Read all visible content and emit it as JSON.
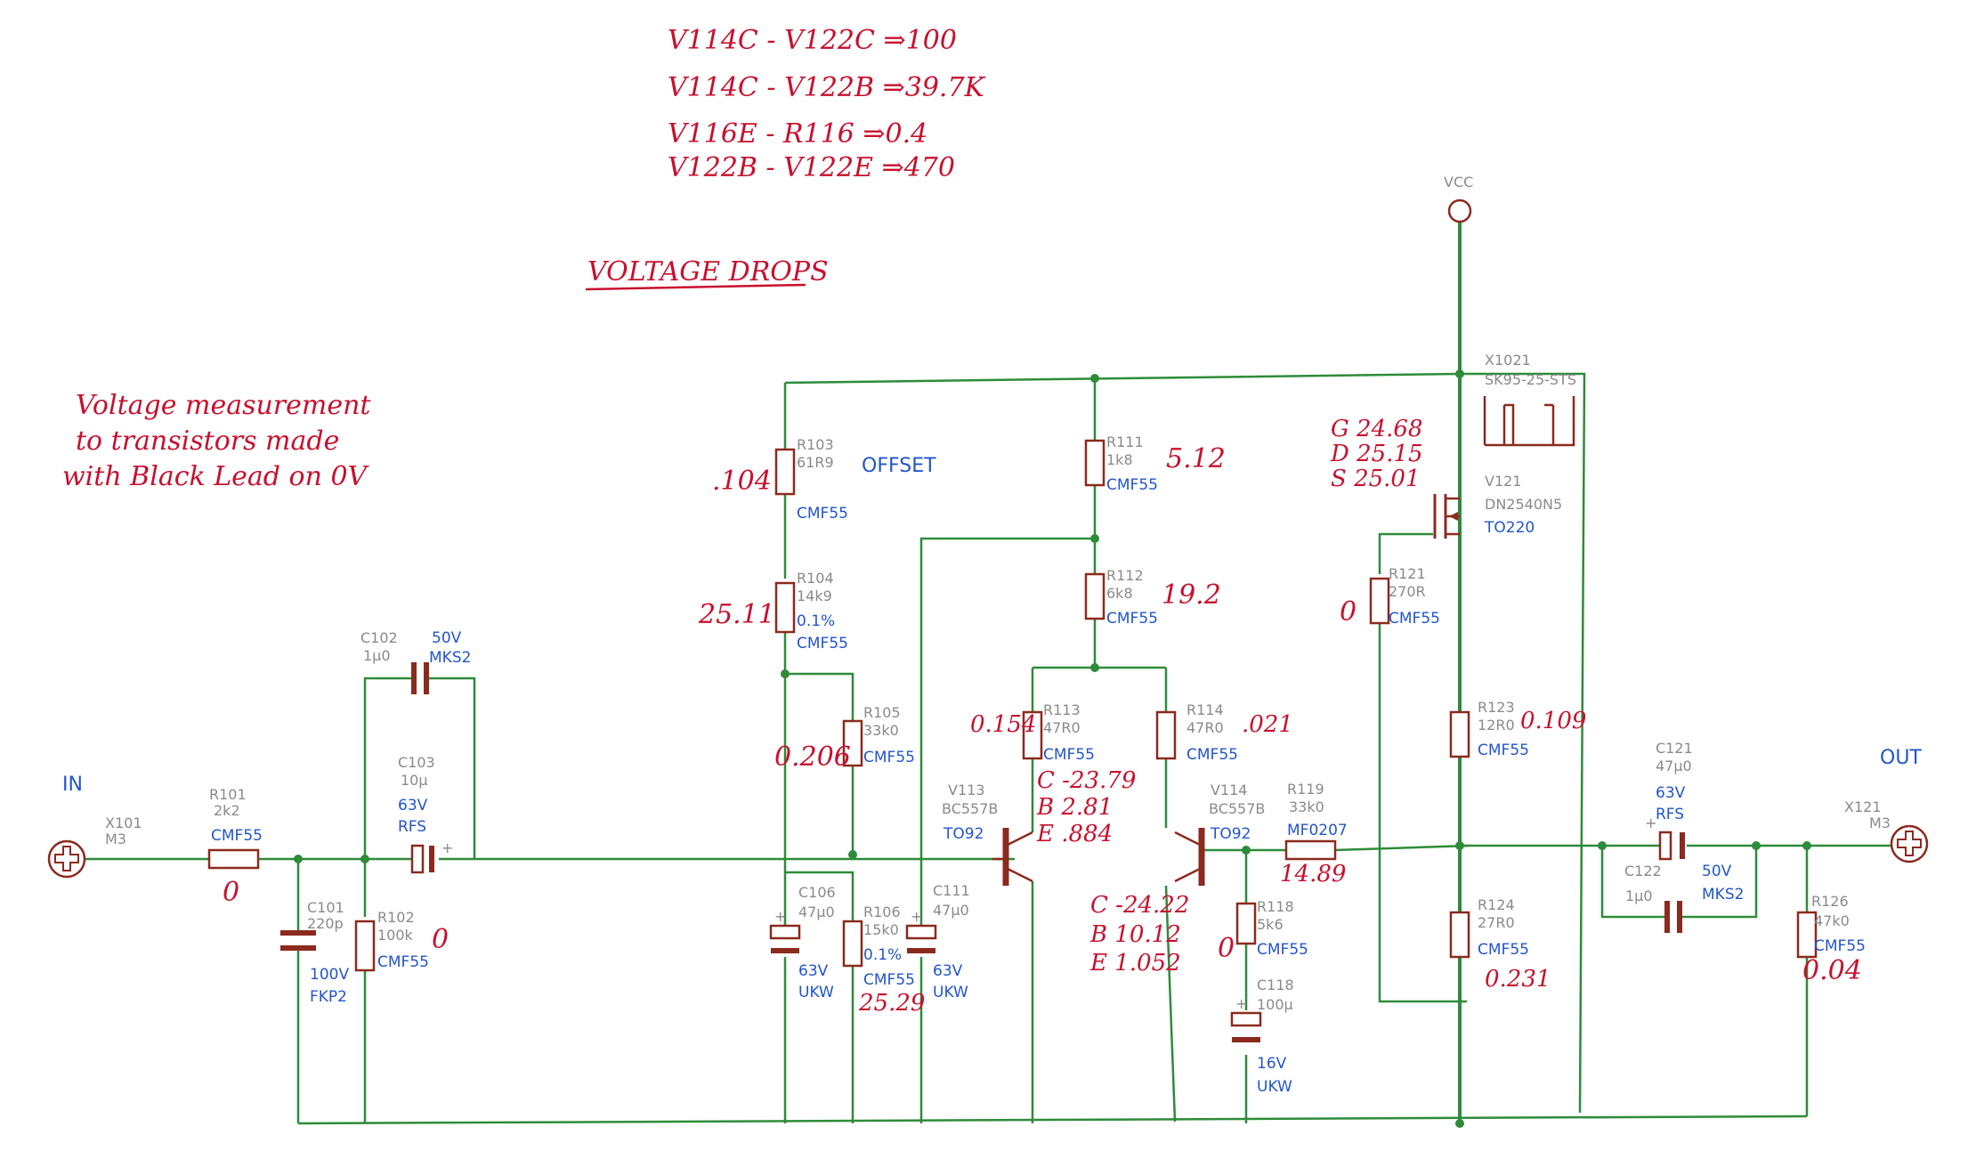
{
  "notes": {
    "eq1": "V114C - V122C ⇒100",
    "eq2": "V114C - V122B ⇒39.7K",
    "eq3": "V116E - R116 ⇒0.4",
    "eq4": "V122B - V122E ⇒470",
    "voltage_drops": "VOLTAGE DROPS",
    "meas1": "Voltage measurement",
    "meas2": "to transistors made",
    "meas3": "with Black Lead on 0V"
  },
  "labels": {
    "in": "IN",
    "out": "OUT",
    "offset": "OFFSET",
    "vcc": "VCC"
  },
  "components": {
    "X101": {
      "ref": "X101",
      "val": "M3"
    },
    "R101": {
      "ref": "R101",
      "val": "2k2",
      "type": "CMF55",
      "meas": "0"
    },
    "C101": {
      "ref": "C101",
      "val": "220p",
      "v": "100V",
      "type": "FKP2"
    },
    "R102": {
      "ref": "R102",
      "val": "100k",
      "type": "CMF55",
      "meas": "0"
    },
    "C102": {
      "ref": "C102",
      "val": "1µ0",
      "v": "50V",
      "type": "MKS2"
    },
    "C103": {
      "ref": "C103",
      "val": "10µ",
      "v": "63V",
      "type": "RFS"
    },
    "R103": {
      "ref": "R103",
      "val": "61R9",
      "type": "CMF55",
      "meas": ".104"
    },
    "R104": {
      "ref": "R104",
      "val": "14k9",
      "tol": "0.1%",
      "type": "CMF55",
      "meas": "25.11"
    },
    "R105": {
      "ref": "R105",
      "val": "33k0",
      "type": "CMF55",
      "meas": "0.206"
    },
    "C106": {
      "ref": "C106",
      "val": "47µ0",
      "v": "63V",
      "type": "UKW"
    },
    "R106": {
      "ref": "R106",
      "val": "15k0",
      "tol": "0.1%",
      "type": "CMF55",
      "meas": "25.29"
    },
    "C111": {
      "ref": "C111",
      "val": "47µ0",
      "v": "63V",
      "type": "UKW"
    },
    "R111": {
      "ref": "R111",
      "val": "1k8",
      "type": "CMF55",
      "meas": "5.12"
    },
    "R112": {
      "ref": "R112",
      "val": "6k8",
      "type": "CMF55",
      "meas": "19.2"
    },
    "R113": {
      "ref": "R113",
      "val": "47R0",
      "type": "CMF55",
      "meas": "0.154"
    },
    "R114": {
      "ref": "R114",
      "val": "47R0",
      "type": "CMF55",
      "meas": ".021"
    },
    "V113": {
      "ref": "V113",
      "val": "BC557B",
      "type": "TO92",
      "c": "C -23.79",
      "b": "B 2.81",
      "e": "E .884"
    },
    "V114": {
      "ref": "V114",
      "val": "BC557B",
      "type": "TO92",
      "c": "C -24.22",
      "b": "B 10.12",
      "e": "E 1.052"
    },
    "R119": {
      "ref": "R119",
      "val": "33k0",
      "type": "MF0207",
      "meas": "14.89"
    },
    "R118": {
      "ref": "R118",
      "val": "5k6",
      "type": "CMF55",
      "meas": "0"
    },
    "C118": {
      "ref": "C118",
      "val": "100µ",
      "v": "16V",
      "type": "UKW"
    },
    "X1021": {
      "ref": "X1021",
      "val": "SK95-25-STS"
    },
    "V121": {
      "ref": "V121",
      "val": "DN2540N5",
      "type": "TO220",
      "g": "G 24.68",
      "d": "D 25.15",
      "s": "S 25.01"
    },
    "R121": {
      "ref": "R121",
      "val": "270R",
      "type": "CMF55",
      "meas": "0"
    },
    "R123": {
      "ref": "R123",
      "val": "12R0",
      "type": "CMF55",
      "meas": "0.109"
    },
    "R124": {
      "ref": "R124",
      "val": "27R0",
      "type": "CMF55",
      "meas": "0.231"
    },
    "C121": {
      "ref": "C121",
      "val": "47µ0",
      "v": "63V",
      "type": "RFS"
    },
    "C122": {
      "ref": "C122",
      "val": "1µ0",
      "v": "50V",
      "type": "MKS2"
    },
    "R126": {
      "ref": "R126",
      "val": "47k0",
      "type": "CMF55",
      "meas": "0.04"
    },
    "X121": {
      "ref": "X121",
      "val": "M3"
    }
  },
  "colors": {
    "wire": "#2e8b3a",
    "component": "#8b2a1e",
    "label": "#2255cc",
    "annotation": "#c8102e",
    "ref": "#8a8a8a"
  }
}
